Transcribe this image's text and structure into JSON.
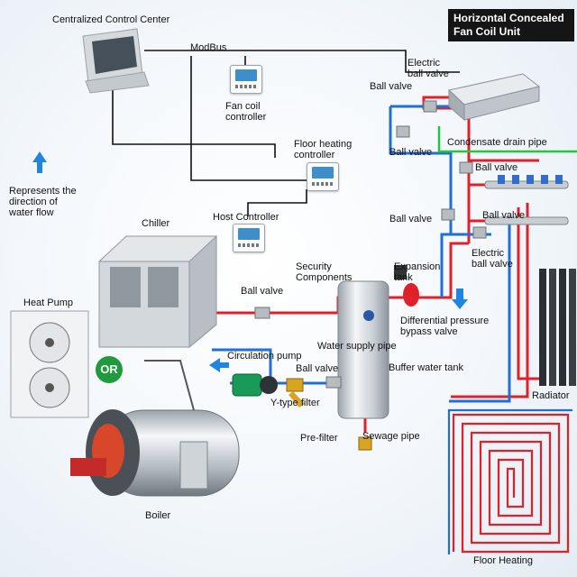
{
  "header": {
    "title_line1": "Horizontal Concealed",
    "title_line2": "Fan Coil Unit"
  },
  "labels": {
    "control_center": "Centralized Control Center",
    "modbus": "ModBus",
    "fan_coil_controller": "Fan coil controller",
    "floor_heating_controller": "Floor heating controller",
    "host_controller": "Host Controller",
    "chiller": "Chiller",
    "heat_pump": "Heat Pump",
    "or": "OR",
    "boiler": "Boiler",
    "flow_legend": "Represents the direction of water flow",
    "electric_ball_valve_top": "Electric ball valve",
    "ball_valve_top": "Ball valve",
    "condensate_drain_pipe": "Condensate drain pipe",
    "ball_valve_fcu_return": "Ball valve",
    "ball_valve_right_1": "Ball valve",
    "ball_valve_left_riser": "Ball valve",
    "ball_valve_manifold": "Ball valve",
    "electric_ball_valve_manifold": "Electric ball valve",
    "security_components": "Security Components",
    "expansion_tank": "Expansion tank",
    "ball_valve_chiller": "Ball valve",
    "differential_bypass_valve": "Differential pressure bypass valve",
    "water_supply_pipe": "Water supply pipe",
    "circulation_pump": "Circulation pump",
    "ball_valve_pump": "Ball valve",
    "y_type_filter": "Y-type filter",
    "buffer_water_tank": "Buffer water tank",
    "pre_filter": "Pre-filter",
    "sewage_pipe": "Sewage pipe",
    "radiator": "Radiator",
    "floor_heating": "Floor Heating"
  },
  "colors": {
    "supply": "#e0202a",
    "return": "#1f6fd6",
    "drain": "#27c53f",
    "control": "#111111",
    "or_badge": "#1f9a3c"
  }
}
